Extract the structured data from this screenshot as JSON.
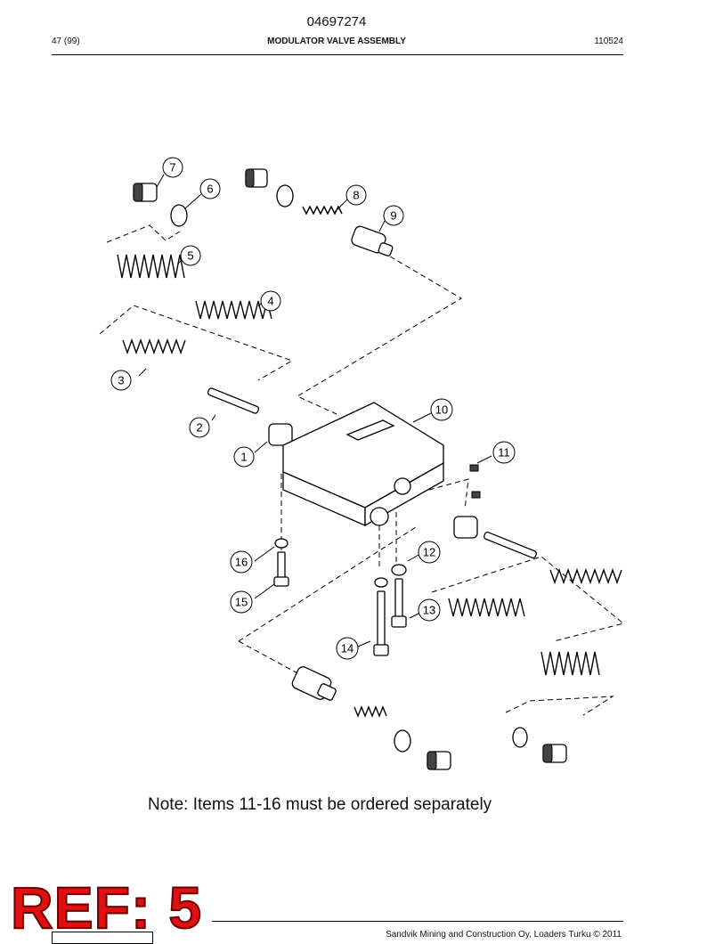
{
  "header": {
    "doc_number": "04697274",
    "page": "47 (99)",
    "title": "MODULATOR VALVE ASSEMBLY",
    "date_code": "110524"
  },
  "diagram": {
    "callouts": [
      "1",
      "2",
      "3",
      "4",
      "5",
      "6",
      "7",
      "8",
      "9",
      "10",
      "11",
      "12",
      "13",
      "14",
      "15",
      "16"
    ]
  },
  "note": "Note: Items 11-16 must be ordered separately",
  "ref_stamp": "REF: 5",
  "footer": {
    "copyright": "Sandvik Mining and Construction Oy, Loaders Turku © 2011"
  }
}
